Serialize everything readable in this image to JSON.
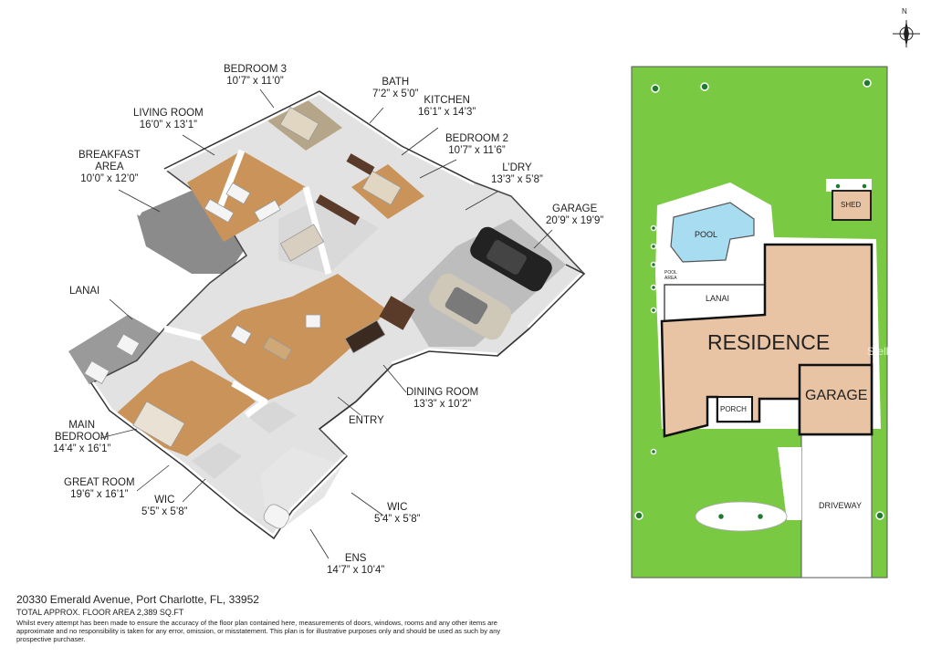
{
  "rooms": {
    "bedroom3": {
      "name": "BEDROOM 3",
      "dims": "10’7” x 11’0”"
    },
    "bath": {
      "name": "BATH",
      "dims": "7’2” x 5’0”"
    },
    "kitchen": {
      "name": "KITCHEN",
      "dims": "16’1” x 14’3”"
    },
    "living_room": {
      "name": "LIVING ROOM",
      "dims": "16’0” x 13’1”"
    },
    "bedroom2": {
      "name": "BEDROOM 2",
      "dims": "10’7” x 11’6”"
    },
    "breakfast_area": {
      "name_line1": "BREAKFAST",
      "name_line2": "AREA",
      "dims": "10’0” x 12’0”"
    },
    "laundry": {
      "name": "L’DRY",
      "dims": "13’3” x 5’8”"
    },
    "garage": {
      "name": "GARAGE",
      "dims": "20’9” x 19’9”"
    },
    "lanai": {
      "name": "LANAI"
    },
    "dining_room": {
      "name": "DINING ROOM",
      "dims": "13’3” x 10’2”"
    },
    "entry": {
      "name": "ENTRY"
    },
    "main_bedroom": {
      "name_line1": "MAIN",
      "name_line2": "BEDROOM",
      "dims": "14’4” x 16’1”"
    },
    "great_room": {
      "name": "GREAT ROOM",
      "dims": "19’6” x 16’1”"
    },
    "wic1": {
      "name": "WIC",
      "dims": "5’5” x 5’8”"
    },
    "wic2": {
      "name": "WIC",
      "dims": "5’4” x 5’8”"
    },
    "ens": {
      "name": "ENS",
      "dims": "14’7” x 10’4”"
    }
  },
  "site_plan": {
    "residence": "RESIDENCE",
    "garage": "GARAGE",
    "pool": "POOL",
    "pool_area": "POOL AREA",
    "lanai": "LANAI",
    "porch": "PORCH",
    "shed": "SHED",
    "driveway": "DRIVEWAY"
  },
  "compass": {
    "north": "N"
  },
  "watermark": "Stellar MLS",
  "footer": {
    "address": "20330 Emerald Avenue, Port Charlotte, FL, 33952",
    "total_area": "TOTAL APPROX. FLOOR AREA 2,389 SQ.FT",
    "disclaimer": "Whilst every attempt has been made to ensure the accuracy of the floor plan contained here, measurements of doors, windows, rooms and any other items are approximate and no responsibility is taken for any error, omission, or misstatement. This plan is for illustrative purposes only and should be used as such by any prospective purchaser."
  },
  "colors": {
    "lawn": "#7ac943",
    "residence_fill": "#e8c3a4",
    "pool_water": "#a8dcf0",
    "wood_floor": "#c9935a",
    "wall": "#ffffff",
    "wall_edge": "#333333"
  }
}
